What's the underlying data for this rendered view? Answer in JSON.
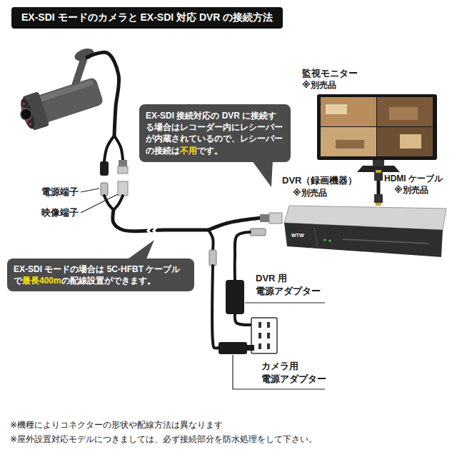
{
  "diagram": {
    "title": "EX-SDI モードのカメラと EX-SDI 対応 DVR の接続方法",
    "nodes": [
      {
        "text": [
          "EX-SDI 接続対応の DVR に接続する場合はレコーダー内にレシーバーが内蔵されているので、レシーバーの接続は",
          "不用",
          "です。"
        ]
      },
      {
        "text": [
          "EX-SDI モードの場合は 5C-HFBT ケーブルで",
          "最長400m",
          "の配線設置ができます。"
        ]
      }
    ],
    "labels": [
      "監視モニター",
      "※別売品",
      "HDMI ケーブル",
      "※別売品",
      "DVR（録画機器）",
      "※別売品",
      "電源端子",
      "映像端子",
      "DVR 用",
      "電源アダプター",
      "カメラ用",
      "電源アダプター",
      "WTW",
      "※機種によりコネクターの形状や配線方法は異なります",
      "※屋外設置対応モデルにつきましては、必ず接続部分を防水処理をして下さい。"
    ]
  }
}
